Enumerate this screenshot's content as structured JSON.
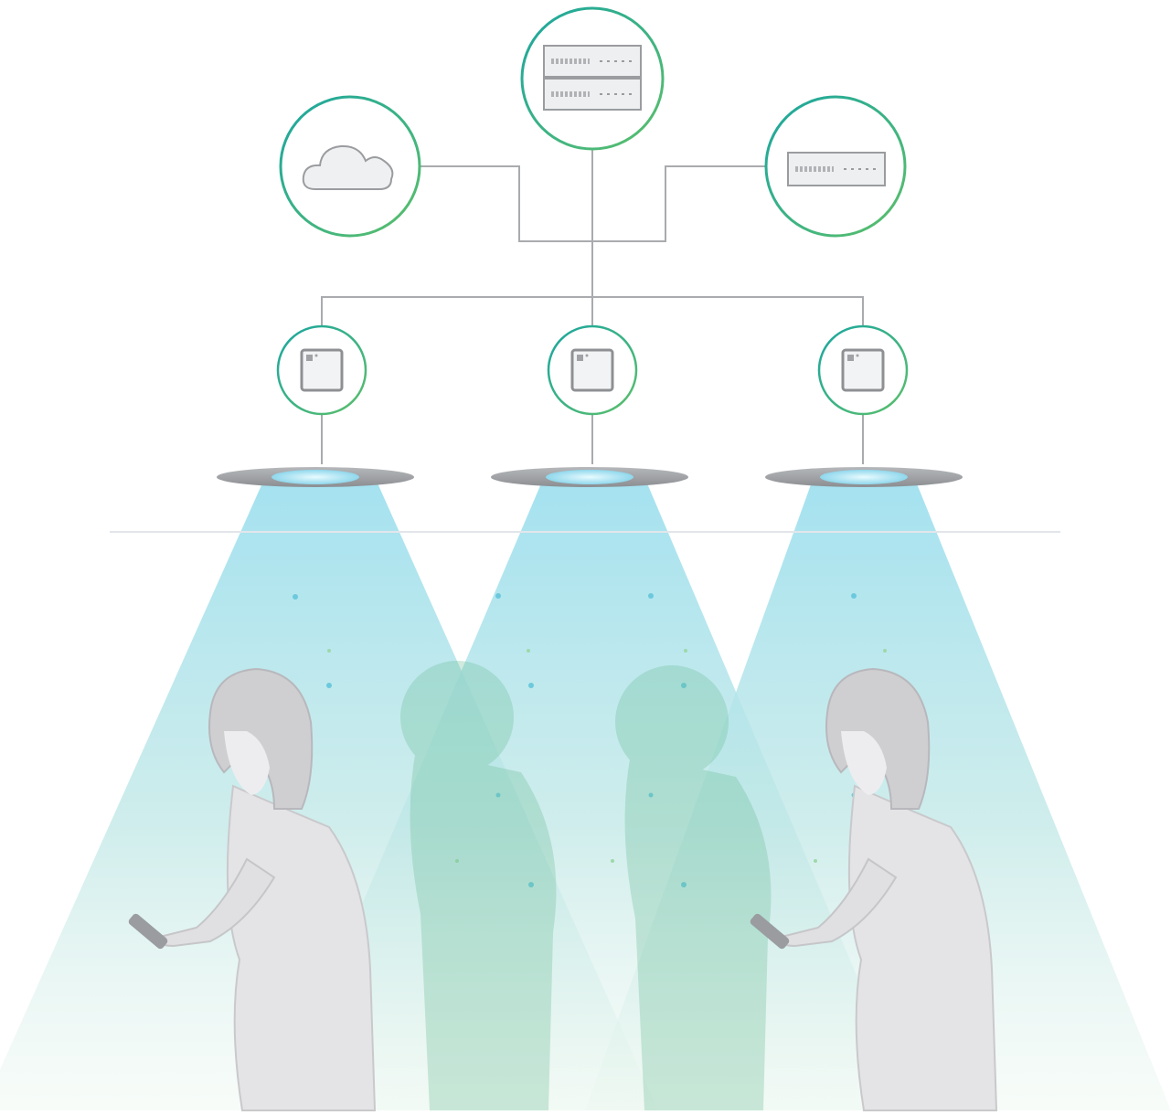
{
  "diagram": {
    "top_nodes": [
      {
        "id": "cloud",
        "icon": "cloud-icon"
      },
      {
        "id": "server-rack",
        "icon": "server-rack-icon"
      },
      {
        "id": "network-switch",
        "icon": "network-switch-icon"
      }
    ],
    "gateways": [
      {
        "id": "gateway-1",
        "icon": "gateway-box-icon"
      },
      {
        "id": "gateway-2",
        "icon": "gateway-box-icon"
      },
      {
        "id": "gateway-3",
        "icon": "gateway-box-icon"
      }
    ],
    "beacons": [
      {
        "id": "beacon-1",
        "icon": "ceiling-beacon-icon"
      },
      {
        "id": "beacon-2",
        "icon": "ceiling-beacon-icon"
      },
      {
        "id": "beacon-3",
        "icon": "ceiling-beacon-icon"
      }
    ],
    "people": [
      {
        "id": "person-left",
        "icon": "person-with-phone-icon",
        "opacity": 1.0
      },
      {
        "id": "ghost-person-1",
        "icon": "person-silhouette-icon",
        "opacity": 0.35
      },
      {
        "id": "ghost-person-2",
        "icon": "person-silhouette-icon",
        "opacity": 0.35
      },
      {
        "id": "person-right",
        "icon": "person-with-phone-icon",
        "opacity": 1.0
      }
    ]
  },
  "colors": {
    "ring_teal": "#1aa6a0",
    "ring_green": "#5cbf6a",
    "line_gray": "#a9abae",
    "icon_gray": "#8e9093",
    "beam_top": "#9fe0ef",
    "beam_bottom": "#e6f5ea",
    "person_fill": "#d9d9db",
    "ghost_fill": "#7ec9a6"
  }
}
